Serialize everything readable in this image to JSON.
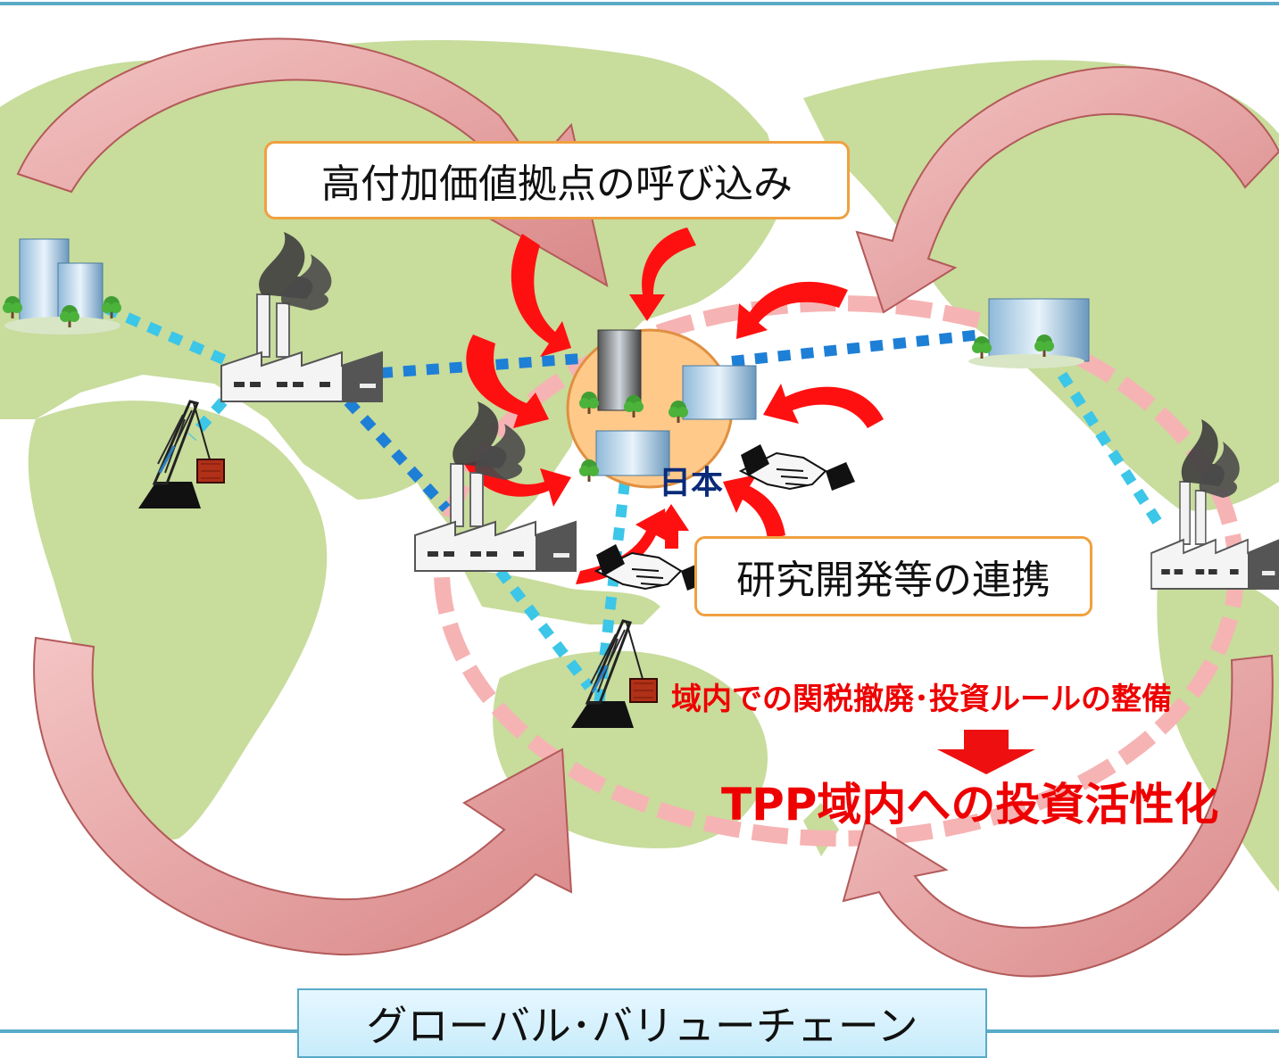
{
  "labels": {
    "attract_hubs": "高付加価値拠点の呼び込み",
    "rd_cooperation": "研究開発等の連携",
    "japan": "日本",
    "tariff_rules": "域内での関税撤廃･投資ルールの整備",
    "tpp_investment": "TPP域内への投資活性化",
    "global_value_chain": "グローバル･バリューチェーン"
  },
  "colors": {
    "map_land": "#c8dc9c",
    "frame_line": "#5aabc8",
    "red_arrow": "#ff1010",
    "circle_arrow_fill": "#eea6a6",
    "dashed_ring": "#f6b3b3",
    "dotted_link_blue": "#1e7fd6",
    "dotted_link_cyan": "#3cc6e8",
    "label_border": "#f0a040",
    "emphasis_text": "#ee0000",
    "japan_text": "#0a2a7a"
  },
  "icons": [
    "office-building-icon",
    "factory-icon",
    "crane-icon",
    "handshake-icon",
    "down-arrow-icon"
  ]
}
